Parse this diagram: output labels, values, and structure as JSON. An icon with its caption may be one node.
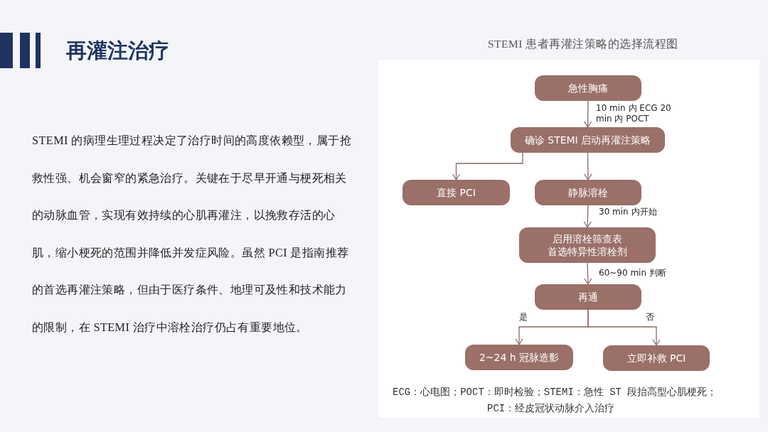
{
  "diagram": {
    "title": "再灌注治疗",
    "nodes": [
      {
        "text": [
          "急性胸痛"
        ]
      },
      {
        "text": [
          "确诊 STEMI 启动再灌注策略"
        ]
      },
      {
        "text": [
          "直接 PCI"
        ]
      },
      {
        "text": [
          "静脉溶栓"
        ]
      },
      {
        "text": [
          "启用溶栓筛查表",
          "首选特异性溶栓剂"
        ]
      },
      {
        "text": [
          "再通"
        ]
      },
      {
        "text": [
          "2~24 h 冠脉造影"
        ]
      },
      {
        "text": [
          "立即补救 PCI"
        ]
      }
    ],
    "edges": [
      {
        "from": 0,
        "to": 1,
        "arrow": "to",
        "label": "10 min 内 ECG 20 min 内 POCT"
      },
      {
        "from": 1,
        "to": 2,
        "arrow": "to"
      },
      {
        "from": 1,
        "to": 3,
        "arrow": "to"
      },
      {
        "from": 3,
        "to": 4,
        "arrow": "to",
        "label": "30 min 内开始"
      },
      {
        "from": 4,
        "to": 5,
        "arrow": "to",
        "label": "60~90 min 判断"
      },
      {
        "from": 5,
        "to": 6,
        "arrow": "to",
        "label": "是"
      },
      {
        "from": 5,
        "to": 7,
        "arrow": "to",
        "label": "否"
      }
    ],
    "labels": [
      "STEMI 的病理生理过程决定了治疗时间的高度依赖型，属于抢救性强、机会窗窄的紧急治疗。关键在于尽早开通与梗死相关的动脉血管，实现有效持续的心肌再灌注，以挽救存活的心肌，缩小梗死的范围并降低并发症风险。虽然 PCI 是指南推荐的首选再灌注策略，但由于医疗条件、地理可及性和技术能力的限制，在 STEMI 治疗中溶栓治疗仍占有重要地位。",
      "STEMI 患者再灌注策略的选择流程图",
      "ECG：心电图；POCT：即时检验；STEMI：急性 ST 段抬高型心肌梗死；",
      "PCI：经皮冠状动脉介入治疗"
    ]
  }
}
